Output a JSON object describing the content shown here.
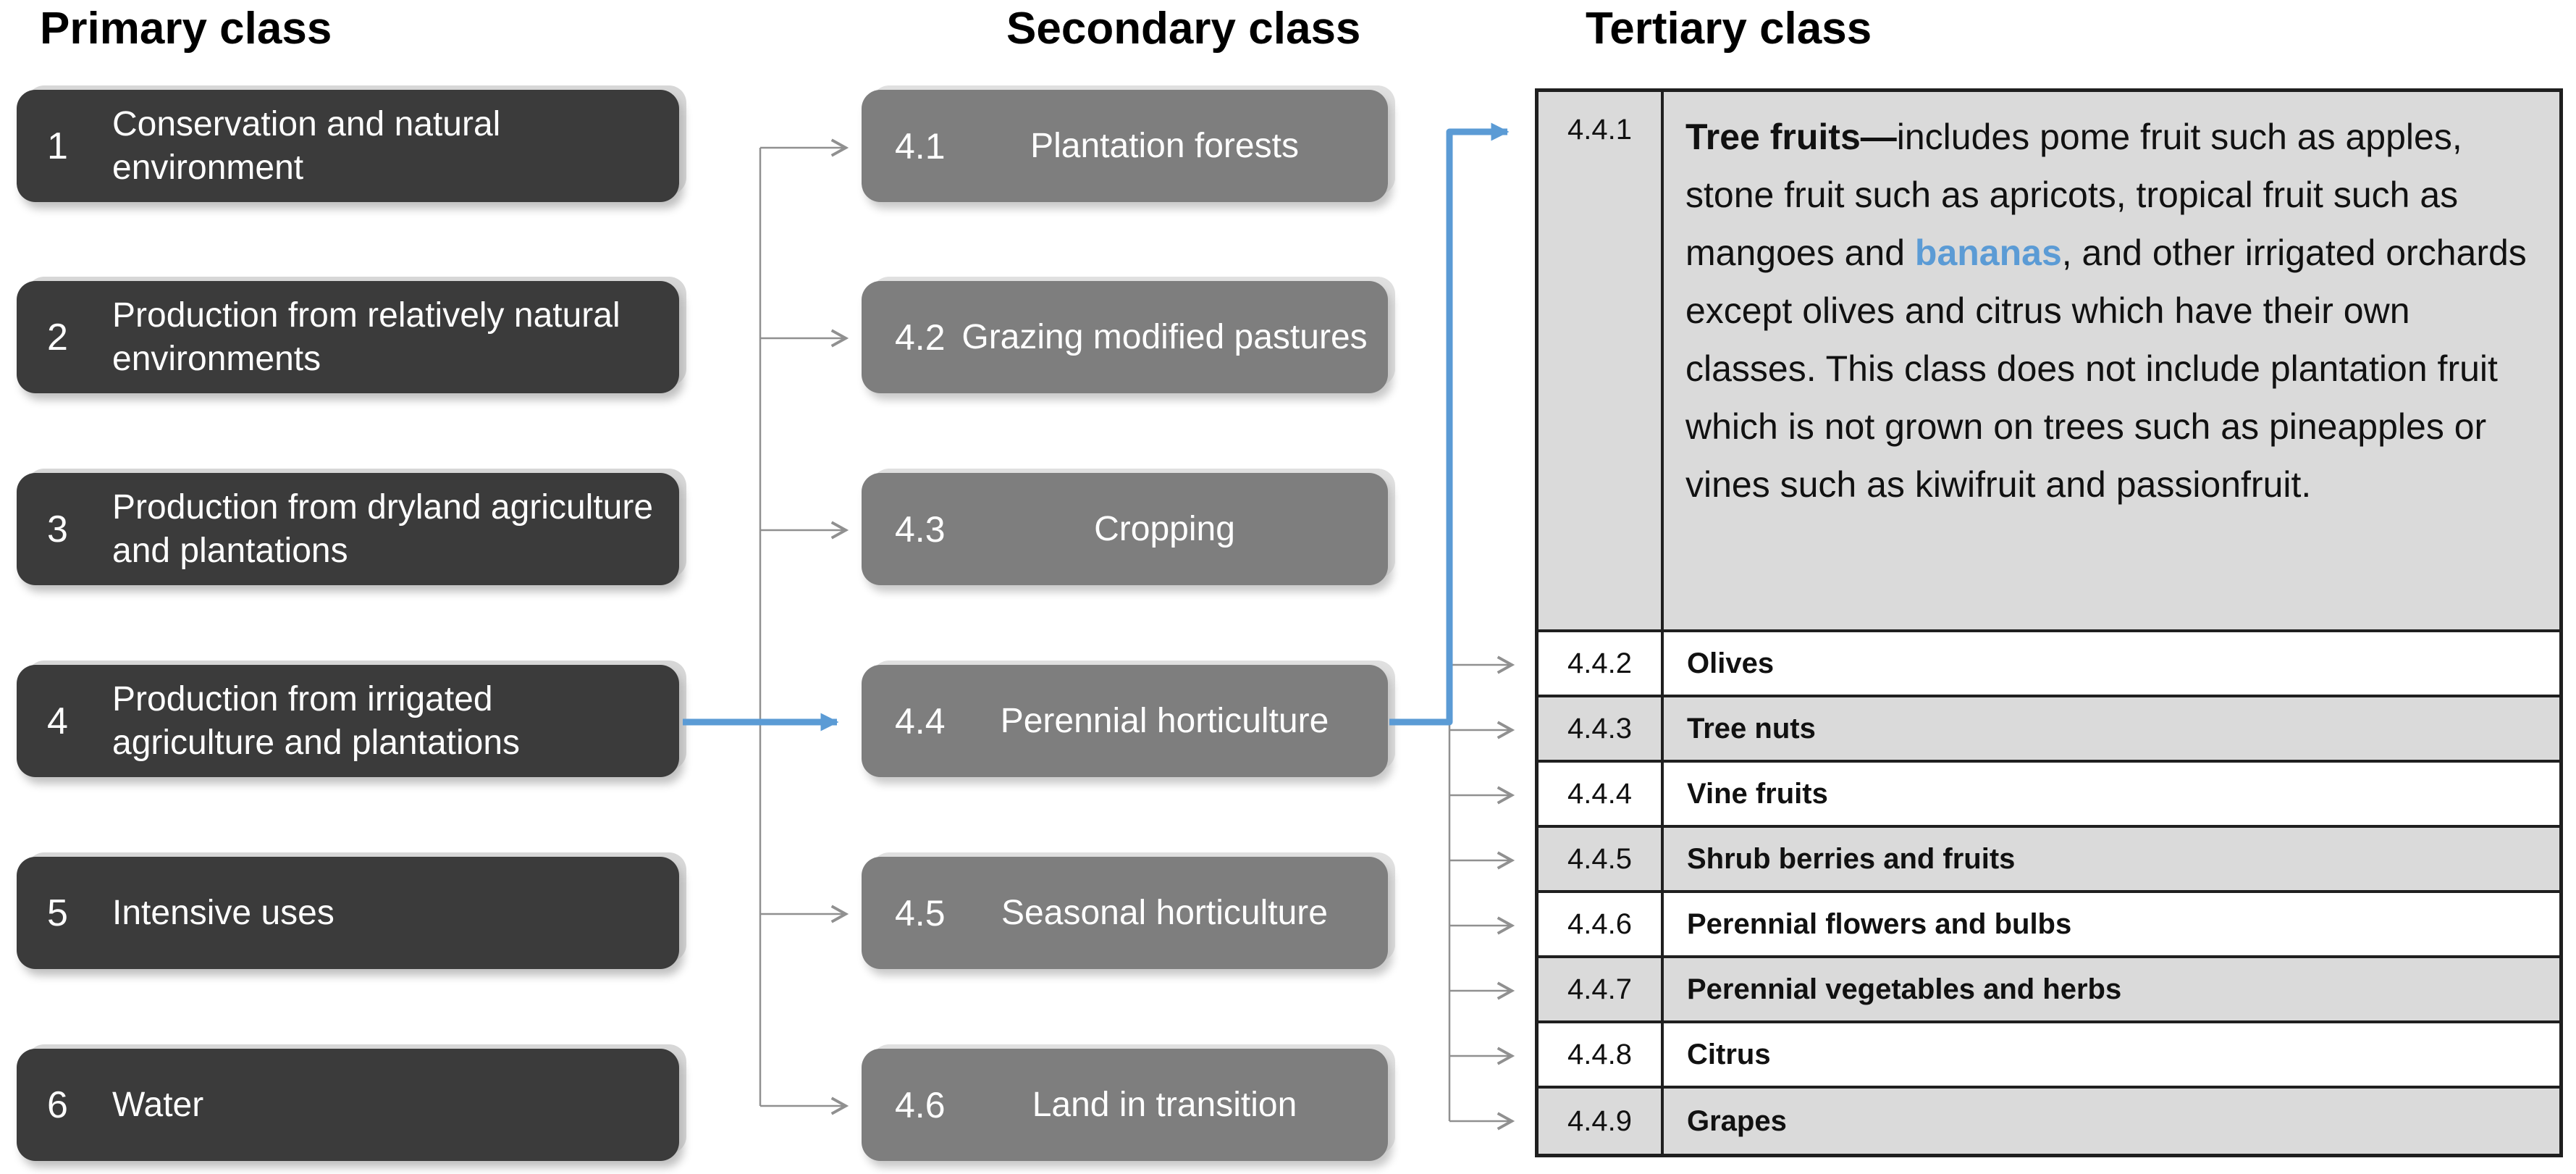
{
  "colors": {
    "primary_box": "#3b3b3b",
    "secondary_box": "#7e7e7e",
    "table_stripe_gray": "#dadada",
    "table_border": "#1f1f1f",
    "connector_gray": "#909090",
    "accent_blue": "#5b9bd5"
  },
  "headers": {
    "primary": "Primary class",
    "secondary": "Secondary class",
    "tertiary": "Tertiary class"
  },
  "primary": {
    "items": [
      {
        "num": "1",
        "label": "Conservation and natural environment"
      },
      {
        "num": "2",
        "label": "Production from relatively natural environments"
      },
      {
        "num": "3",
        "label": "Production from dryland agriculture and plantations"
      },
      {
        "num": "4",
        "label": "Production from irrigated agriculture and plantations"
      },
      {
        "num": "5",
        "label": "Intensive uses"
      },
      {
        "num": "6",
        "label": "Water"
      }
    ]
  },
  "secondary": {
    "items": [
      {
        "num": "4.1",
        "label": "Plantation forests"
      },
      {
        "num": "4.2",
        "label": "Grazing modified pastures"
      },
      {
        "num": "4.3",
        "label": "Cropping"
      },
      {
        "num": "4.4",
        "label": "Perennial horticulture"
      },
      {
        "num": "4.5",
        "label": "Seasonal horticulture"
      },
      {
        "num": "4.6",
        "label": "Land in transition"
      }
    ]
  },
  "tertiary": {
    "rows": [
      {
        "num": "4.4.1",
        "lead": "Tree fruits—",
        "body": "includes pome fruit such as apples, stone fruit such as apricots, tropical fruit such as mangoes and ",
        "link": "bananas",
        "tail": ", and other irrigated orchards except olives and citrus which have their own classes. This class does not include plantation fruit which is not grown on trees such as pineapples or vines such as kiwifruit and passionfruit."
      },
      {
        "num": "4.4.2",
        "label": "Olives"
      },
      {
        "num": "4.4.3",
        "label": "Tree nuts"
      },
      {
        "num": "4.4.4",
        "label": "Vine fruits"
      },
      {
        "num": "4.4.5",
        "label": "Shrub berries and fruits"
      },
      {
        "num": "4.4.6",
        "label": "Perennial flowers and bulbs"
      },
      {
        "num": "4.4.7",
        "label": "Perennial vegetables and herbs"
      },
      {
        "num": "4.4.8",
        "label": "Citrus"
      },
      {
        "num": "4.4.9",
        "label": "Grapes"
      }
    ]
  }
}
